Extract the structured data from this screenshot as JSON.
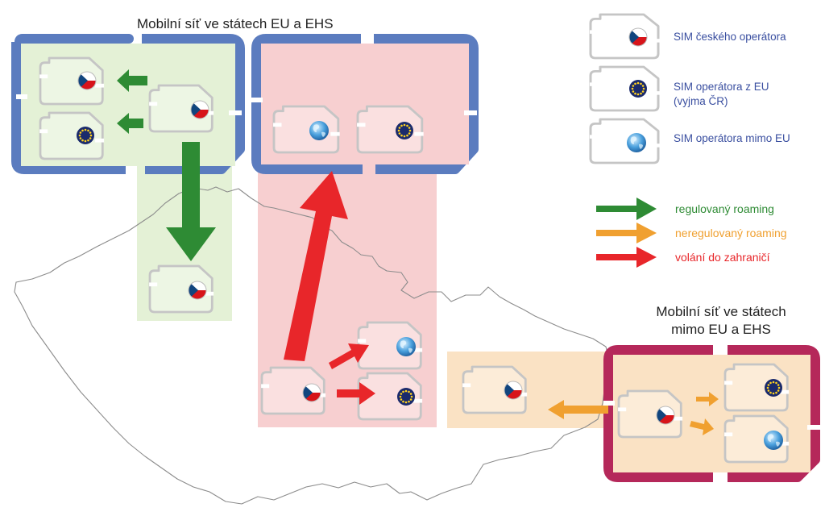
{
  "titles": {
    "eu_network": "Mobilní síť ve státech EU a EHS",
    "non_eu_network_line1": "Mobilní síť ve státech",
    "non_eu_network_line2": "mimo EU a EHS"
  },
  "legend": {
    "sim": [
      {
        "icon": "czech-flag-icon",
        "label": "SIM českého operátora"
      },
      {
        "icon": "eu-flag-icon",
        "label_line1": "SIM operátora z EU",
        "label_line2": "(vyjma ČR)"
      },
      {
        "icon": "globe-icon",
        "label": "SIM operátora mimo EU"
      }
    ],
    "arrows": [
      {
        "label": "regulovaný roaming",
        "color": "#2e8b34"
      },
      {
        "label": "neregulovaný roaming",
        "color": "#f0a030"
      },
      {
        "label": "volání do zahraničí",
        "color": "#e8262a"
      }
    ]
  },
  "colors": {
    "eu_network_frame": "#5b7cbf",
    "non_eu_network_frame": "#b5285a",
    "green_zone": "#e4f1d6",
    "pink_zone": "#f7cfd0",
    "orange_zone": "#fae2c4",
    "sim_outline": "#c5c5c5",
    "legend_text": "#3a4fa0"
  }
}
